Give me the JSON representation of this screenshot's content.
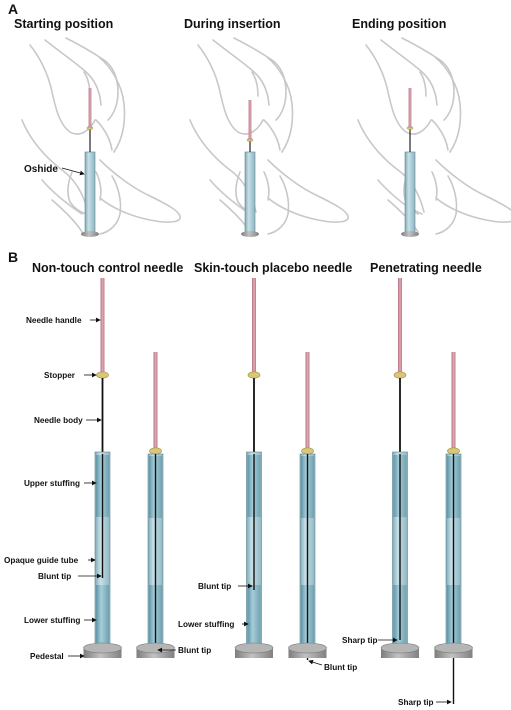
{
  "panel_a": {
    "letter": "A",
    "titles": [
      "Starting position",
      "During insertion",
      "Ending position"
    ],
    "oshide_label": "Oshide"
  },
  "panel_b": {
    "letter": "B",
    "titles": [
      "Non-touch control needle",
      "Skin-touch placebo needle",
      "Penetrating needle"
    ],
    "labels": {
      "needle_handle": "Needle handle",
      "stopper": "Stopper",
      "needle_body": "Needle body",
      "upper_stuffing": "Upper stuffing",
      "opaque_guide_tube": "Opaque guide tube",
      "blunt_tip": "Blunt tip",
      "lower_stuffing": "Lower stuffing",
      "pedestal": "Pedestal",
      "sharp_tip": "Sharp tip"
    }
  },
  "colors": {
    "handle": "#c98a95",
    "stopper": "#d8c679",
    "tube": "#a8ccd6",
    "stuffing": "#7fb1c0",
    "pedestal": "#9a9a9a",
    "hand_outline": "#c8c8c8"
  }
}
